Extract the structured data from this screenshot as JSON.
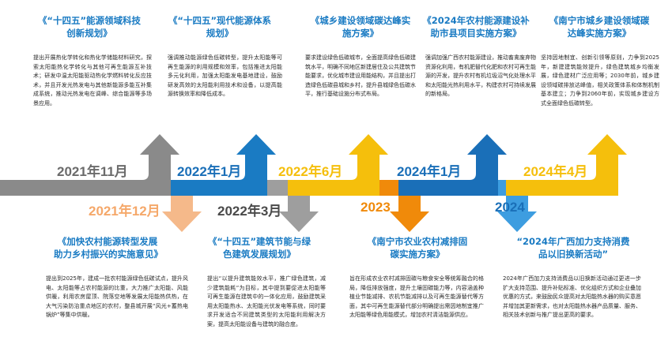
{
  "colors": {
    "gray": "#8a8a8a",
    "blue": "#1a7bc3",
    "yellow": "#f5bf0c",
    "orange": "#f08a0a",
    "sky": "#3d9de0",
    "title_blue": "#1a7bc3",
    "title_orange": "#f08a0a"
  },
  "top_events": [
    {
      "date": "2021年11月",
      "title": "《“十四五”能源领域科技创新规划》",
      "text": "提出开展热化学转化和热化学储能材料研究，探索太阳能热化学转化与其他可再生能源互补技术；研发中温太阳能驱动热化学燃料转化反应技术，并且开发光热发电与其他新能源多能互补集成系统，推动光热发电在调峰、综合能源等多场景应用。"
    },
    {
      "date": "2022年1月",
      "title": "《“十四五”现代能源体系规划》",
      "text": "强调推动能源绿色低碳转型，提升太阳能等可再生能源的利用规模和效率，包括推进太阳能多元化利用，加强太阳能发电基地建设，鼓励研发高效的太阳能利用技术和设备，以提高能源转换效率和降低成本。"
    },
    {
      "date": "2022年6月",
      "title": "《城乡建设领域碳达峰实施方案》",
      "text": "要求建设绿色低碳城市，全面提高绿色低碳建筑水平，明确不同地区新建居住及公共建筑节能要求，优化城市建设用能结构，并且提出打造绿色低碳县城和乡村，提升县城绿色低碳水平，推行基础设施分布式布局。"
    },
    {
      "date": "2024年1月",
      "title": "《2024年农村能源建设补助市县项目实施方案》",
      "text": "强调加强广西农村能源建设，推动畜禽废弃物资源化利用，有机肥替代化肥和农村可再生能源的开发，提升农村有机垃圾沼气化处理水平和太阳能光热利用水平，构建农村可持续发展的新格局。"
    },
    {
      "date": "2024年4月",
      "title": "《南宁市城乡建设领域碳达峰实施方案》",
      "text": "坚持因地制宜、创新引领等原则，力争到2025年，新建建筑能效提升，绿色建筑城乡均衡发展，绿色建材广泛应用等；2030年前，城乡建设领域碳排放达峰值，相关政策体系和体制机制基本建立；力争到2060年前，实现城乡建设方式全面绿色低碳转型。"
    }
  ],
  "bottom_events": [
    {
      "date": "2021年12月",
      "title": "《加快农村能源转型发展助力乡村振兴的实施意见》",
      "text": "提出到2025年，建成一批农村能源绿色低碳试点，提升风电、太阳能等占农村能源的比重，大力推广太阳能、风能供暖，利用农房屋顶、院落空地等发展太阳能热供热，在大气污染防治重点地区的农村，整县城开展“风光+蓄热电锅炉”等集中供暖。"
    },
    {
      "date": "2022年3月",
      "title": "《“十四五”建筑节能与绿色建筑发展规划》",
      "text": "提出“以提升建筑能效水平，推广绿色建筑，减少建筑能耗”为目标，其中提到要促进太阳能等可再生能源在建筑中的一体化应用，鼓励建筑采用太阳能热水、太阳能光伏发电等系统，同时要求开发适合不同建筑类型的太阳能利用解决方案，提高太阳能设备与建筑的融合度。"
    },
    {
      "date": "2023",
      "title": "《南宁市农业农村减排固碳实施方案》",
      "text": "旨在形成农业农村减排固碳与粮食安全等统筹融合的格局，降低排放强度，提升土壤固碳能力等，内容涵盖种植业节能减排、农机节能减排以及可再生能源替代等方面，其中可再生能源替代部分明确提出需因地制宜推广太阳能等绿色用能模式，增加农村清洁能源供应。"
    },
    {
      "date": "2024",
      "title": "“2024年广西加力支持消费品以旧换新活动”",
      "text": "2024年广西加力支持消费品以旧换新活动通过更进一步扩大支持范围、提升补贴标准、优化组织方式和企业叠加优惠的方式，来鼓励民众提高对太阳能热水器的购买意愿并增加其更新需求，也对太阳能热水器产品质量、服务、相关技术创新与推广提出更高的要求。"
    }
  ]
}
